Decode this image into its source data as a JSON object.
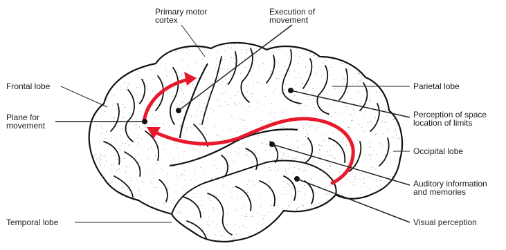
{
  "labels": {
    "primary_motor_cortex": "Primary motor\ncortex",
    "execution_of_movement": "Execution of\nmovement",
    "frontal_lobe": "Frontal lobe",
    "plane_for_movement": "Plane for\nmovement",
    "temporal_lobe": "Temporal lobe",
    "parietal_lobe": "Parietal lobe",
    "perception_of_space": "Perception of space\nlocation of limits",
    "occipital_lobe": "Occipital lobe",
    "auditory_information": "Auditory information\nand memories",
    "visual_perception": "Visual perception"
  },
  "colors": {
    "pathway": "#e8192c",
    "outline": "#111111",
    "leader_lines": "#222222"
  }
}
